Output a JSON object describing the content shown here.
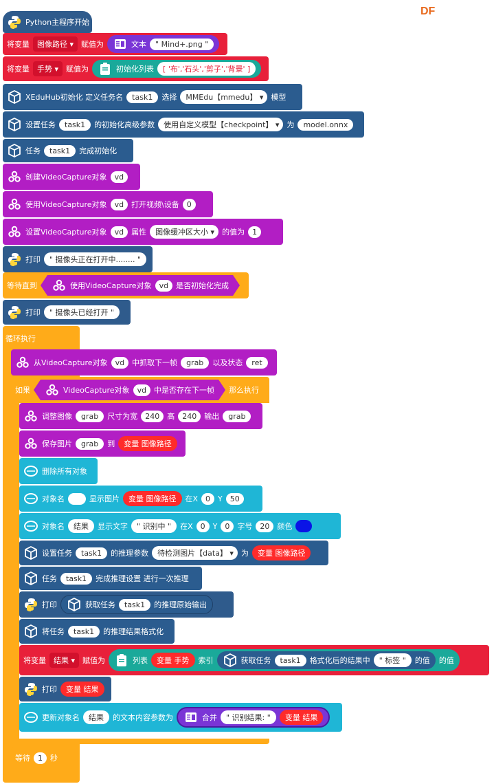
{
  "brand": {
    "logo_text": "DF"
  },
  "blocks": {
    "start": {
      "label": "Python主程序开始"
    },
    "set_path": {
      "prefix": "将变量",
      "var": "图像路径",
      "assign": "赋值为",
      "kind": "文本",
      "value": "\" Mind+.png \""
    },
    "set_gesture": {
      "prefix": "将变量",
      "var": "手势",
      "assign": "赋值为",
      "kind": "初始化列表",
      "value": "[ '布','石头','剪子','背景' ]"
    },
    "xedu_init": {
      "t1": "XEduHub初始化 定义任务名",
      "task": "task1",
      "t2": "选择",
      "model": "MMEdu【mmedu】",
      "t3": "模型"
    },
    "xedu_adv": {
      "t1": "设置任务",
      "task": "task1",
      "t2": "的初始化高级参数",
      "opt": "使用自定义模型【checkpoint】",
      "t3": "为",
      "file": "model.onnx"
    },
    "xedu_done": {
      "t1": "任务",
      "task": "task1",
      "t2": "完成初始化"
    },
    "cv_create": {
      "t1": "创建VideoCapture对象",
      "obj": "vd"
    },
    "cv_open": {
      "t1": "使用VideoCapture对象",
      "obj": "vd",
      "t2": "打开视频\\设备",
      "dev": "0"
    },
    "cv_setprop": {
      "t1": "设置VideoCapture对象",
      "obj": "vd",
      "t2": "属性",
      "prop": "图像缓冲区大小",
      "t3": "的值为",
      "val": "1"
    },
    "print_opening": {
      "t1": "打印",
      "text": "\" 摄像头正在打开中........ \""
    },
    "wait_until": {
      "t1": "等待直到",
      "t2": "使用VideoCapture对象",
      "obj": "vd",
      "t3": "是否初始化完成"
    },
    "print_opened": {
      "t1": "打印",
      "text": "\" 摄像头已经打开 \""
    },
    "loop": {
      "label": "循环执行"
    },
    "grab": {
      "t1": "从VideoCapture对象",
      "obj": "vd",
      "t2": "中抓取下一帧",
      "frame": "grab",
      "t3": "以及状态",
      "ret": "ret"
    },
    "if": {
      "t1": "如果",
      "t2": "VideoCapture对象",
      "obj": "vd",
      "t3": "中是否存在下一帧",
      "t4": "那么执行"
    },
    "resize": {
      "t1": "调整图像",
      "img": "grab",
      "t2": "尺寸为宽",
      "w": "240",
      "t3": "高",
      "h": "240",
      "t4": "输出",
      "out": "grab"
    },
    "save": {
      "t1": "保存图片",
      "img": "grab",
      "t2": "到",
      "var": "变量 图像路径"
    },
    "clear": {
      "t1": "删除所有对象"
    },
    "show_img": {
      "t1": "对象名",
      "name": "",
      "t2": "显示图片",
      "var": "变量 图像路径",
      "t3": "在X",
      "x": "0",
      "t4": "Y",
      "y": "50"
    },
    "show_text": {
      "t1": "对象名",
      "name": "结果",
      "t2": "显示文字",
      "text": "\" 识别中 \"",
      "t3": "在X",
      "x": "0",
      "t4": "Y",
      "y": "0",
      "t5": "字号",
      "size": "20",
      "t6": "颜色",
      "color": "#0a14e6"
    },
    "infer_param": {
      "t1": "设置任务",
      "task": "task1",
      "t2": "的推理参数",
      "opt": "待检测图片【data】",
      "t3": "为",
      "var": "变量 图像路径"
    },
    "infer_run": {
      "t1": "任务",
      "task": "task1",
      "t2": "完成推理设置 进行一次推理"
    },
    "print_raw": {
      "t1": "打印",
      "t2": "获取任务",
      "task": "task1",
      "t3": "的推理原始输出"
    },
    "format": {
      "t1": "将任务",
      "task": "task1",
      "t2": "的推理结果格式化"
    },
    "set_result": {
      "prefix": "将变量",
      "var": "结果",
      "assign": "赋值为",
      "t1": "列表",
      "list": "变量 手势",
      "t2": "索引",
      "t3": "获取任务",
      "task": "task1",
      "t4": "格式化后的结果中",
      "key": "\" 标签 \"",
      "t5": "的值",
      "t6": "的值"
    },
    "print_result": {
      "t1": "打印",
      "var": "变量 结果"
    },
    "update": {
      "t1": "更新对象名",
      "name": "结果",
      "t2": "的文本内容参数为",
      "t3": "合并",
      "text": "\" 识别结果: \"",
      "var": "变量 结果"
    },
    "wait": {
      "t1": "等待",
      "sec": "1",
      "t2": "秒"
    }
  },
  "colors": {
    "python": "#2f5b8c",
    "variable": "#e8203a",
    "xedu": "#2b5c8f",
    "opencv": "#b21ec4",
    "control": "#ffab19",
    "shapes": "#1fb6d6"
  }
}
